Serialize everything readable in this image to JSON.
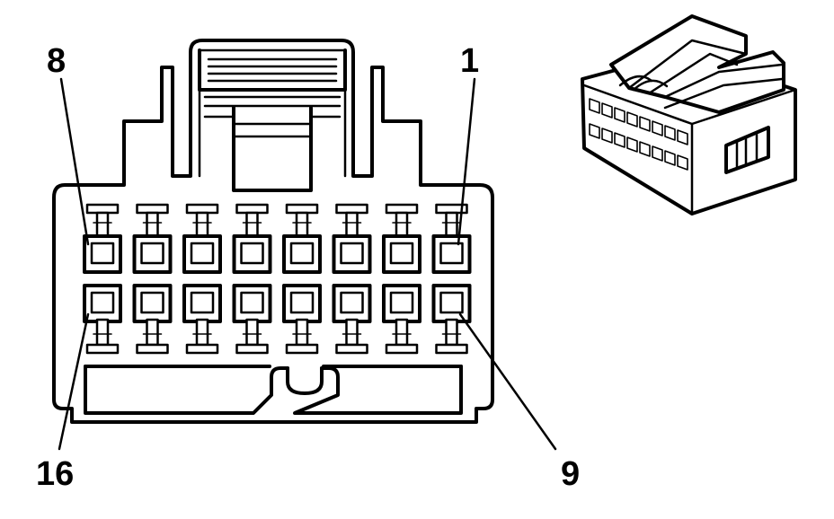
{
  "labels": {
    "top_left": "8",
    "top_right": "1",
    "bottom_left": "16",
    "bottom_right": "9"
  },
  "connector": {
    "top_row_cavities": 8,
    "bottom_row_cavities": 8
  }
}
